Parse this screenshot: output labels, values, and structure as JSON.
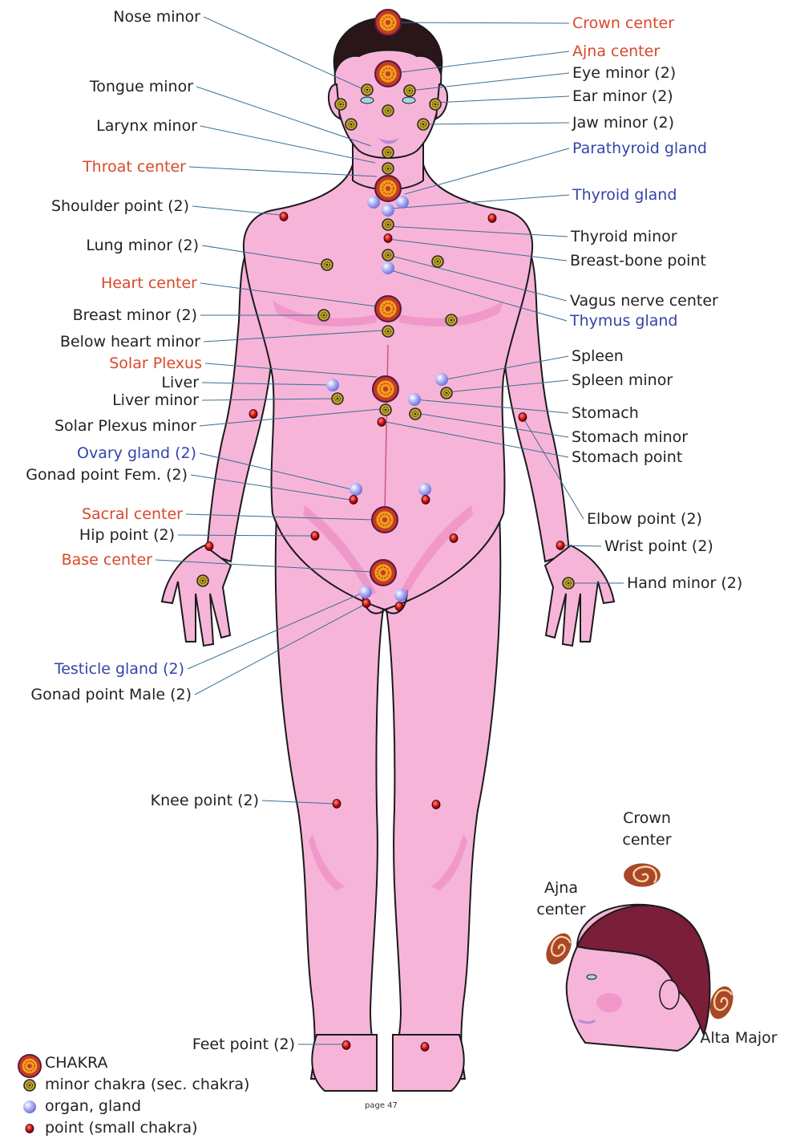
{
  "colors": {
    "skin": "#f7b4d9",
    "skin_dark": "#ee8cc4",
    "hair": "#2a1518",
    "hair_inset": "#7a1e3a",
    "outline": "#1a1a1a",
    "label_black": "#222222",
    "label_center": "#d9482b",
    "label_gland": "#3344aa",
    "leader_line": "#3a6f8f",
    "chakra_ring": "#c63b1e",
    "chakra_core": "#f0a020",
    "minor_fill": "#c7a624",
    "organ_fill": "#9a9af0",
    "point_fill": "#cc1111"
  },
  "left_labels": [
    {
      "text": "Nose minor",
      "kind": "normal"
    },
    {
      "text": "Tongue minor",
      "kind": "normal"
    },
    {
      "text": "Larynx minor",
      "kind": "normal"
    },
    {
      "text": "Throat center",
      "kind": "center"
    },
    {
      "text": "Shoulder point (2)",
      "kind": "normal"
    },
    {
      "text": "Lung minor (2)",
      "kind": "normal"
    },
    {
      "text": "Heart center",
      "kind": "center"
    },
    {
      "text": "Breast minor (2)",
      "kind": "normal"
    },
    {
      "text": "Below heart minor",
      "kind": "normal"
    },
    {
      "text": "Solar Plexus",
      "kind": "center"
    },
    {
      "text": "Liver",
      "kind": "normal"
    },
    {
      "text": "Liver minor",
      "kind": "normal"
    },
    {
      "text": "Solar Plexus minor",
      "kind": "normal"
    },
    {
      "text": "Ovary gland (2)",
      "kind": "gland"
    },
    {
      "text": "Gonad point Fem. (2)",
      "kind": "normal"
    },
    {
      "text": "Sacral center",
      "kind": "center"
    },
    {
      "text": "Hip point (2)",
      "kind": "normal"
    },
    {
      "text": "Base center",
      "kind": "center"
    },
    {
      "text": "Testicle gland (2)",
      "kind": "gland"
    },
    {
      "text": "Gonad point Male (2)",
      "kind": "normal"
    },
    {
      "text": "Knee point (2)",
      "kind": "normal"
    },
    {
      "text": "Feet point (2)",
      "kind": "normal"
    }
  ],
  "right_labels": [
    {
      "text": "Crown center",
      "kind": "center"
    },
    {
      "text": "Ajna center",
      "kind": "center"
    },
    {
      "text": "Eye minor (2)",
      "kind": "normal"
    },
    {
      "text": "Ear minor (2)",
      "kind": "normal"
    },
    {
      "text": "Jaw minor (2)",
      "kind": "normal"
    },
    {
      "text": "Parathyroid gland",
      "kind": "gland"
    },
    {
      "text": "Thyroid gland",
      "kind": "gland"
    },
    {
      "text": "Thyroid minor",
      "kind": "normal"
    },
    {
      "text": "Breast-bone point",
      "kind": "normal"
    },
    {
      "text": "Vagus nerve center",
      "kind": "normal"
    },
    {
      "text": "Thymus gland",
      "kind": "gland"
    },
    {
      "text": "Spleen",
      "kind": "normal"
    },
    {
      "text": "Spleen minor",
      "kind": "normal"
    },
    {
      "text": "Stomach",
      "kind": "normal"
    },
    {
      "text": "Stomach minor",
      "kind": "normal"
    },
    {
      "text": "Stomach point",
      "kind": "normal"
    },
    {
      "text": "Elbow point (2)",
      "kind": "normal"
    },
    {
      "text": "Wrist point (2)",
      "kind": "normal"
    },
    {
      "text": "Hand minor (2)",
      "kind": "normal"
    }
  ],
  "inset": {
    "crown_label": [
      "Crown",
      "center"
    ],
    "ajna_label": [
      "Ajna",
      "center"
    ],
    "alta_label": "Alta Major"
  },
  "legend": [
    {
      "icon": "chakra",
      "text": "CHAKRA"
    },
    {
      "icon": "minor",
      "text": "minor chakra (sec. chakra)"
    },
    {
      "icon": "organ",
      "text": "organ, gland"
    },
    {
      "icon": "point",
      "text": "point (small chakra)"
    }
  ],
  "page_number": "page 47"
}
